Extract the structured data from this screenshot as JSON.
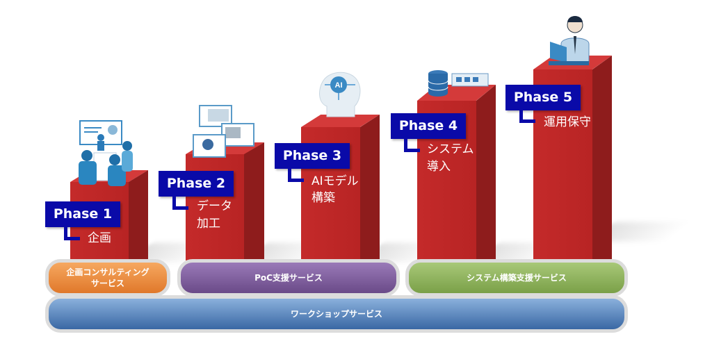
{
  "phases": [
    {
      "label": "Phase 1",
      "lines": [
        "企画"
      ]
    },
    {
      "label": "Phase 2",
      "lines": [
        "データ",
        "加工"
      ]
    },
    {
      "label": "Phase 3",
      "lines": [
        "AIモデル",
        "構築"
      ]
    },
    {
      "label": "Phase 4",
      "lines": [
        "システム",
        "導入"
      ]
    },
    {
      "label": "Phase 5",
      "lines": [
        "運用保守"
      ]
    }
  ],
  "services": {
    "planning": "企画コンサルティング\nサービス",
    "poc": "PoC支援サービス",
    "system": "システム構築支援サービス",
    "workshop": "ワークショップサービス"
  },
  "icon_text": {
    "ai": "AI"
  },
  "colors": {
    "pillar": "#c42a2a",
    "phase_box": "#0a0aa8",
    "planning": "#f08a3a",
    "poc": "#7a5a9a",
    "system": "#8fb35a",
    "workshop": "#4a78b0"
  }
}
